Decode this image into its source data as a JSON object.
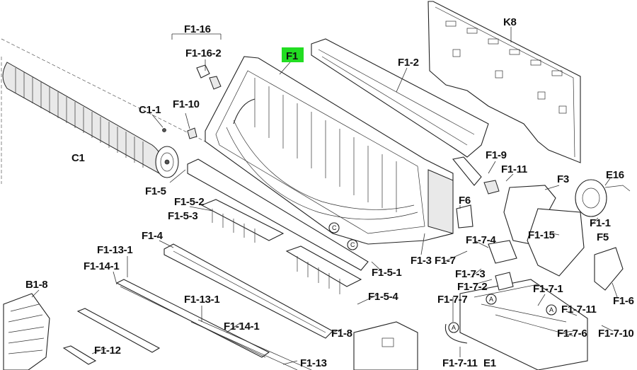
{
  "labels": {
    "k8": "K8",
    "f1": "F1",
    "f1_16": "F1-16",
    "f1_16_2": "F1-16-2",
    "f1_2": "F1-2",
    "f1_10": "F1-10",
    "c1_1": "C1-1",
    "c1": "C1",
    "f1_5": "F1-5",
    "f1_9": "F1-9",
    "f1_11": "F1-11",
    "f3": "F3",
    "e16": "E16",
    "f1_5_2": "F1-5-2",
    "f1_5_3": "F1-5-3",
    "f6": "F6",
    "f1_1": "F1-1",
    "f5": "F5",
    "f1_15": "F1-15",
    "f1_4": "F1-4",
    "f1_13_1_top": "F1-13-1",
    "f1_14_1_top": "F1-14-1",
    "f1_7_4": "F1-7-4",
    "f1_3": "F1-3",
    "f1_7": "F1-7",
    "f1_7_3": "F1-7-3",
    "f1_5_1": "F1-5-1",
    "f1_7_2": "F1-7-2",
    "b1_8": "B1-8",
    "f1_5_4": "F1-5-4",
    "f1_7_1": "F1-7-1",
    "f1_6": "F1-6",
    "f1_7_7": "F1-7-7",
    "f1_13_1_mid": "F1-13-1",
    "f1_7_11_a": "F1-7-11",
    "f1_14_1_mid": "F1-14-1",
    "f1_7_6": "F1-7-6",
    "f1_7_10": "F1-7-10",
    "f1_8": "F1-8",
    "f1_12": "F1-12",
    "f1_13": "F1-13",
    "f1_7_11_b": "F1-7-11",
    "e1": "E1"
  },
  "callout_letters": {
    "c": "C",
    "a": "A"
  },
  "colors": {
    "highlight": "#22dd22",
    "line": "#222222",
    "background": "#ffffff"
  }
}
